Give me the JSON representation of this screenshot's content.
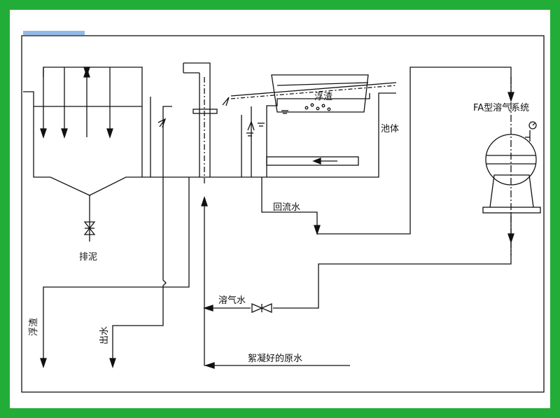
{
  "labels": {
    "scum_top": "浮渣",
    "tank_body": "池体",
    "fa_system": "FA型溶气系统",
    "return_water": "回流水",
    "sludge_discharge": "排泥",
    "dissolved_air_water": "溶气水",
    "flocculated_raw_water": "絮凝好的原水",
    "scum_outlet": "浮渣",
    "effluent": "出水"
  },
  "colors": {
    "frame_border": "#22ad38",
    "accent_blue": "#3b7fd6",
    "line": "#111111"
  },
  "icons": {
    "valve": "gate-valve-icon",
    "gauge": "pressure-gauge-icon"
  }
}
